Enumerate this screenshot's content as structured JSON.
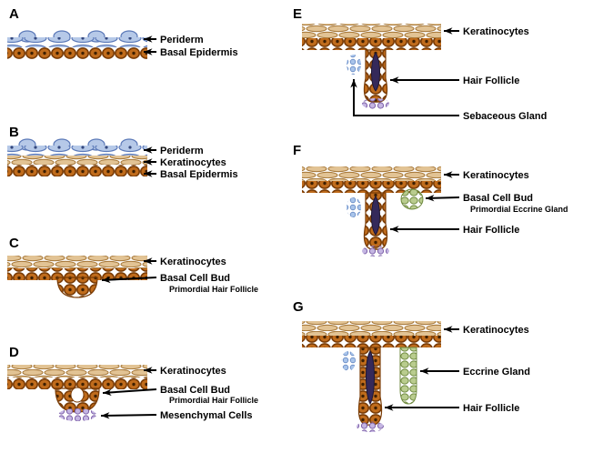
{
  "figure": {
    "panels": {
      "A": {
        "letter": "A",
        "labels": {
          "periderm": "Periderm",
          "basal_epidermis": "Basal Epidermis"
        }
      },
      "B": {
        "letter": "B",
        "labels": {
          "periderm": "Periderm",
          "keratinocytes": "Keratinocytes",
          "basal_epidermis": "Basal Epidermis"
        }
      },
      "C": {
        "letter": "C",
        "labels": {
          "keratinocytes": "Keratinocytes",
          "basal_cell_bud": "Basal Cell Bud",
          "primordial_hair_follicle": "Primordial Hair Follicle"
        }
      },
      "D": {
        "letter": "D",
        "labels": {
          "keratinocytes": "Keratinocytes",
          "basal_cell_bud": "Basal Cell Bud",
          "primordial_hair_follicle": "Primordial Hair Follicle",
          "mesenchymal_cells": "Mesenchymal Cells"
        }
      },
      "E": {
        "letter": "E",
        "labels": {
          "keratinocytes": "Keratinocytes",
          "hair_follicle": "Hair Follicle",
          "sebaceous_gland": "Sebaceous Gland"
        }
      },
      "F": {
        "letter": "F",
        "labels": {
          "keratinocytes": "Keratinocytes",
          "basal_cell_bud": "Basal Cell Bud",
          "primordial_eccrine_gland": "Primordial Eccrine Gland",
          "hair_follicle": "Hair Follicle"
        }
      },
      "G": {
        "letter": "G",
        "labels": {
          "keratinocytes": "Keratinocytes",
          "eccrine_gland": "Eccrine Gland",
          "hair_follicle": "Hair Follicle"
        }
      }
    },
    "colors": {
      "background": "#ffffff",
      "arrow": "#000000",
      "basal_cell_fill": "#c06c1c",
      "basal_cell_outline": "#7a3c06",
      "keratinocyte_fill": "#e2c394",
      "keratinocyte_outline": "#a87a3c",
      "periderm_fill": "#b6c9e8",
      "periderm_outline": "#5b79b8",
      "hair_shaft": "#35295a",
      "mesenchymal_fill": "#c4b5e2",
      "mesenchymal_outline": "#7b5ea7",
      "eccrine_fill": "#b9cc8e",
      "eccrine_outline": "#6f8a3f",
      "sebaceous_fill": "#a9c4ea"
    }
  }
}
